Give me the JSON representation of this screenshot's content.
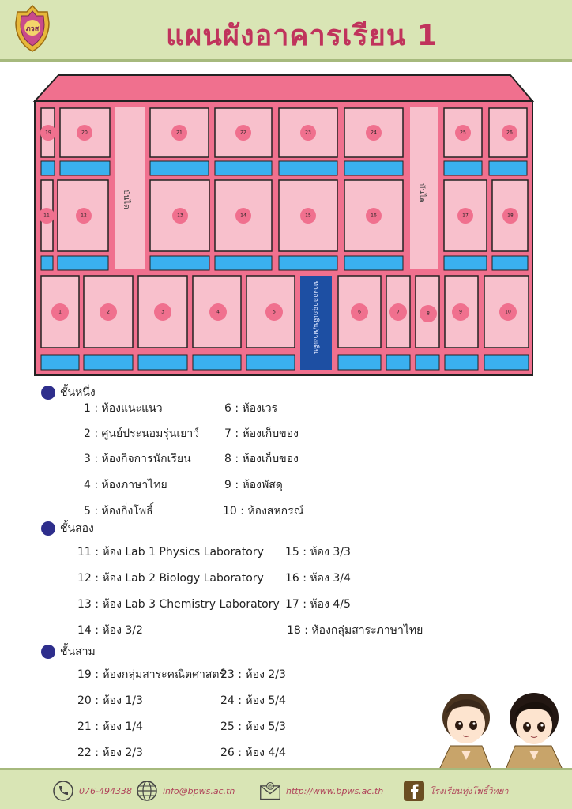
{
  "header": {
    "title": "แผนผังอาคารเรียน 1",
    "logo_text": "ภวส"
  },
  "building": {
    "stair_label": "บันได",
    "hall_label": "ทางออกฉุกเฉิน/ทางเดิน",
    "rooms": {
      "r1": "1",
      "r2": "2",
      "r3": "3",
      "r4": "4",
      "r5": "5",
      "r6": "6",
      "r7": "7",
      "r8": "8",
      "r9": "9",
      "r10": "10",
      "r11": "11",
      "r12": "12",
      "r13": "13",
      "r14": "14",
      "r15": "15",
      "r16": "16",
      "r17": "17",
      "r18": "18",
      "r19": "19",
      "r20": "20",
      "r21": "21",
      "r22": "22",
      "r23": "23",
      "r24": "24",
      "r25": "25",
      "r26": "26"
    }
  },
  "floors": [
    {
      "label": "ชั้นหนึ่ง",
      "items": [
        "1 : ห้องแนะแนว",
        "2 : ศูนย์ประนอมรุ่นเยาว์",
        "3 : ห้องกิจการนักเรียน",
        "4 : ห้องภาษาไทย",
        "5 : ห้องกิ่งโพธิ์",
        "6 : ห้องเวร",
        "7 : ห้องเก็บของ",
        "8 : ห้องเก็บของ",
        "9 : ห้องพัสดุ",
        "10 : ห้องสหกรณ์"
      ]
    },
    {
      "label": "ชั้นสอง",
      "items": [
        "11 : ห้อง Lab 1 Physics Laboratory",
        "12 : ห้อง Lab 2 Biology Laboratory",
        "13 : ห้อง Lab 3 Chemistry Laboratory",
        "14 : ห้อง 3/2",
        "15 : ห้อง 3/3",
        "16 : ห้อง 3/4",
        "17 : ห้อง 4/5",
        "18 : ห้องกลุ่มสาระภาษาไทย"
      ]
    },
    {
      "label": "ชั้นสาม",
      "items": [
        "19 : ห้องกลุ่มสาระคณิตศาสตร์",
        "20 : ห้อง 1/3",
        "21 : ห้อง 1/4",
        "22 : ห้อง 2/3",
        "23 : ห้อง 2/3",
        "24 : ห้อง 5/4",
        "25 : ห้อง 5/3",
        "26 : ห้อง 4/4"
      ]
    }
  ],
  "footer": {
    "phone": "076-494338",
    "email": "info@bpws.ac.th",
    "website": "http://www.bpws.ac.th",
    "facebook": "โรงเรียนทุ่งโพธิ์วิทยา",
    "icons": [
      "phone-icon",
      "globe-icon",
      "mail-icon",
      "facebook-icon"
    ]
  },
  "colors": {
    "header_bg": "#d9e5b5",
    "title": "#c0335c",
    "building": "#f0708e",
    "room": "#f8c0cc",
    "window": "#3ab0ef",
    "hall": "#1d4fa3",
    "bullet": "#2e2e8c"
  }
}
